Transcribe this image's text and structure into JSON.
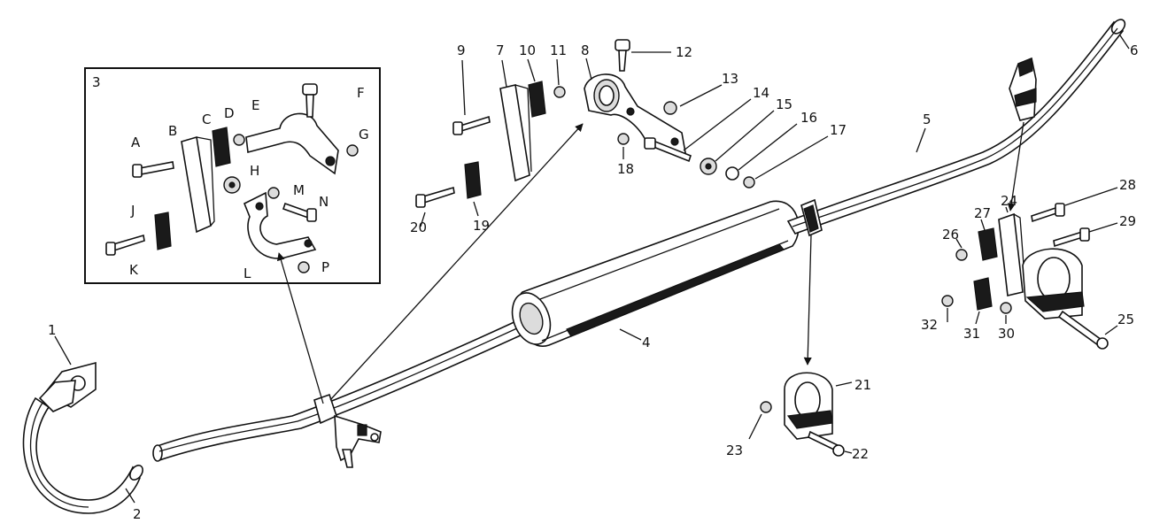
{
  "inset": {
    "number": "3",
    "letters": [
      "A",
      "B",
      "C",
      "D",
      "E",
      "F",
      "G",
      "H",
      "J",
      "K",
      "L",
      "M",
      "N",
      "P"
    ]
  },
  "callouts": [
    "1",
    "2",
    "4",
    "5",
    "6",
    "7",
    "8",
    "9",
    "10",
    "11",
    "12",
    "13",
    "14",
    "15",
    "16",
    "17",
    "18",
    "19",
    "20",
    "21",
    "22",
    "23",
    "24",
    "25",
    "26",
    "27",
    "28",
    "29",
    "30",
    "31",
    "32"
  ],
  "colors": {
    "ink": "#111111",
    "paper": "#ffffff"
  }
}
